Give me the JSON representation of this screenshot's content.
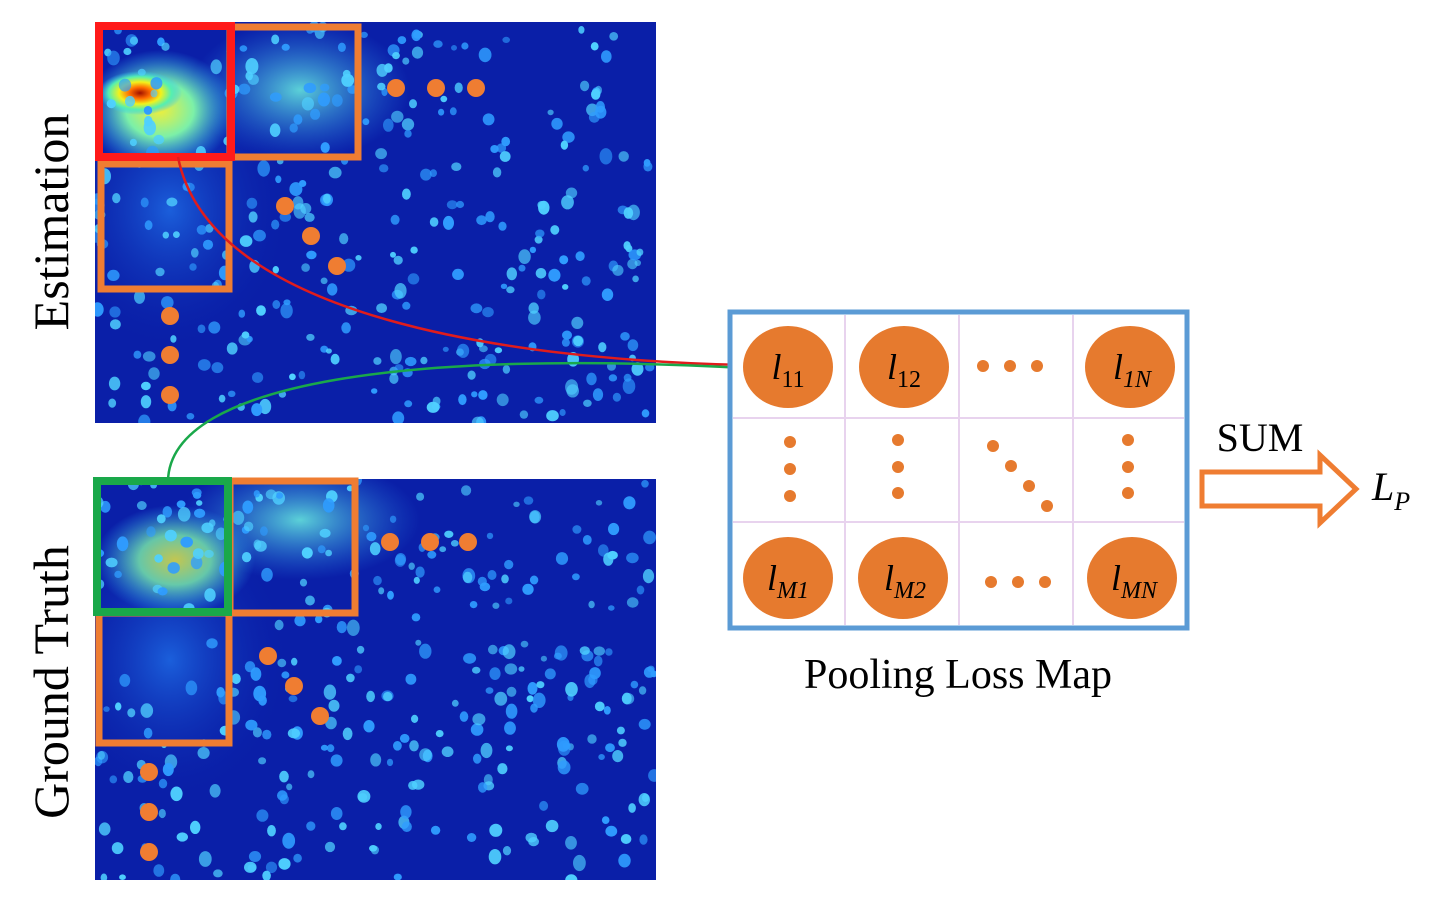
{
  "labels": {
    "estimation": "Estimation",
    "ground_truth": "Ground Truth",
    "pooling_loss_map": "Pooling Loss Map",
    "sum": "SUM",
    "output": {
      "base": "L",
      "sub": "P"
    }
  },
  "loss_map": {
    "cells": [
      {
        "base": "l",
        "sub": "11"
      },
      {
        "base": "l",
        "sub": "12"
      },
      {
        "base": "l",
        "sub": "1N"
      },
      {
        "base": "l",
        "sub": "M1"
      },
      {
        "base": "l",
        "sub": "M2"
      },
      {
        "base": "l",
        "sub": "MN"
      }
    ]
  },
  "colors": {
    "heatmap_bg": "#0a1fa8",
    "heatmap_dot": "#3fc8ff",
    "hot_center": "#b01c00",
    "window_orange": "#ef7d32",
    "estimation_window": "#ff1a1a",
    "ground_truth_window": "#1aa84a",
    "map_border": "#5b9bd5",
    "circle": "#e67a2e",
    "grid_line": "#e8d3ee"
  }
}
